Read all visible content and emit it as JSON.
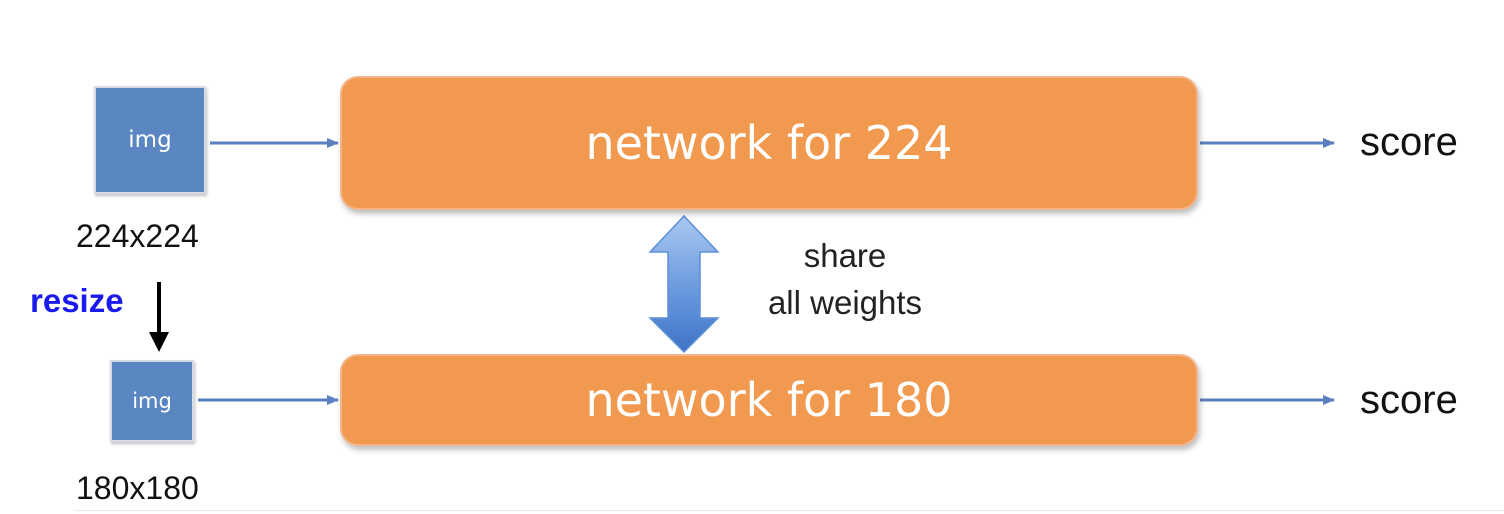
{
  "inputs": {
    "large": {
      "box_label": "img",
      "size_label": "224x224"
    },
    "small": {
      "box_label": "img",
      "size_label": "180x180"
    }
  },
  "networks": {
    "top": {
      "label": "network for 224"
    },
    "bottom": {
      "label": "network for 180"
    }
  },
  "outputs": {
    "top": {
      "label": "score"
    },
    "bottom": {
      "label": "score"
    }
  },
  "share": {
    "line1": "share",
    "line2": "all weights"
  },
  "resize": {
    "label": "resize"
  },
  "colors": {
    "img_box": "#5a87c2",
    "network": "#f29950",
    "connector": "#5b7fc0",
    "share_arrow": "#7aa7e3",
    "resize_label": "#1a1aee"
  },
  "icons": {
    "share_arrow": "double-headed-vertical-arrow",
    "resize_arrow": "down-arrow"
  }
}
